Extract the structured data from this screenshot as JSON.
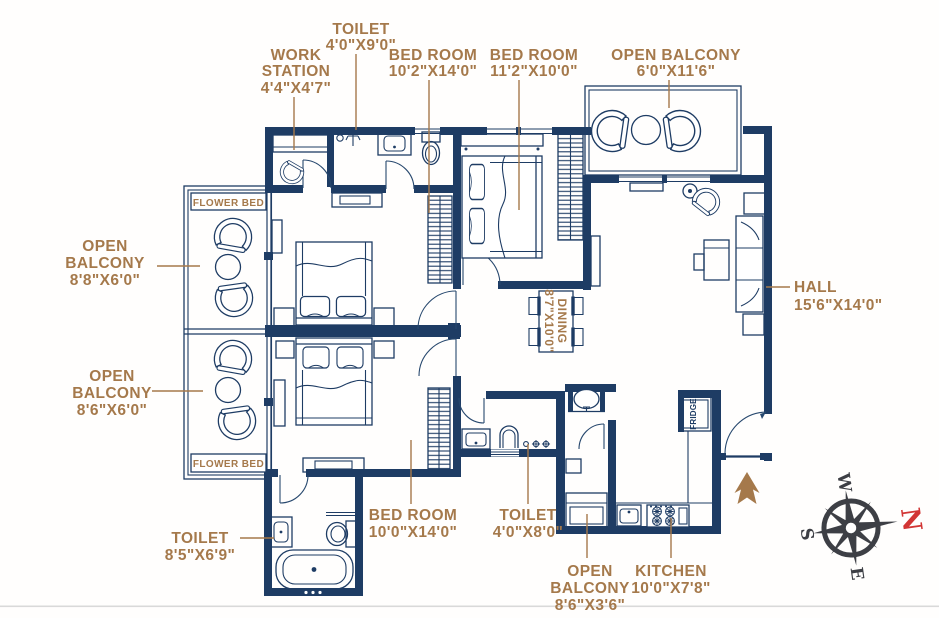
{
  "palette": {
    "wall_navy": "#1e3c64",
    "label_tan": "#a5794b",
    "compass_dark": "#3d3f45",
    "north_red": "#d23534",
    "background": "#fffefd"
  },
  "rooms": {
    "work_station": {
      "line1": "WORK",
      "line2": "STATION",
      "size": "4'4\"X4'7\""
    },
    "toilet_top": {
      "name": "TOILET",
      "size": "4'0\"X9'0\""
    },
    "bedroom_top": {
      "name": "BED ROOM",
      "size": "10'2\"X14'0\""
    },
    "bedroom_right": {
      "name": "BED ROOM",
      "size": "11'2\"X10'0\""
    },
    "balcony_top": {
      "name": "OPEN BALCONY",
      "size": "6'0\"X11'6\""
    },
    "balcony_left_upper": {
      "line1": "OPEN",
      "line2": "BALCONY",
      "size": "8'8\"X6'0\""
    },
    "balcony_left_lower": {
      "line1": "OPEN",
      "line2": "BALCONY",
      "size": "8'6\"X6'0\""
    },
    "hall": {
      "name": "HALL",
      "size": "15'6\"X14'0\""
    },
    "dining": {
      "name": "DINING",
      "size": "8'7\"X10'0\""
    },
    "toilet_left": {
      "name": "TOILET",
      "size": "8'5\"X6'9\""
    },
    "bedroom_bottom": {
      "name": "BED ROOM",
      "size": "10'0\"X14'0\""
    },
    "toilet_bottom": {
      "name": "TOILET",
      "size": "4'0\"X8'0\""
    },
    "balcony_bottom": {
      "line1": "OPEN",
      "line2": "BALCONY",
      "size": "8'6\"X3'6\""
    },
    "kitchen": {
      "name": "KITCHEN",
      "size": "10'0\"X7'8\""
    }
  },
  "annotations": {
    "flower_bed_top": "FLOWER BED",
    "flower_bed_bottom": "FLOWER BED",
    "fridge": "FRIDGE"
  },
  "compass": {
    "north": "N",
    "south": "S",
    "east": "E",
    "west": "W"
  }
}
